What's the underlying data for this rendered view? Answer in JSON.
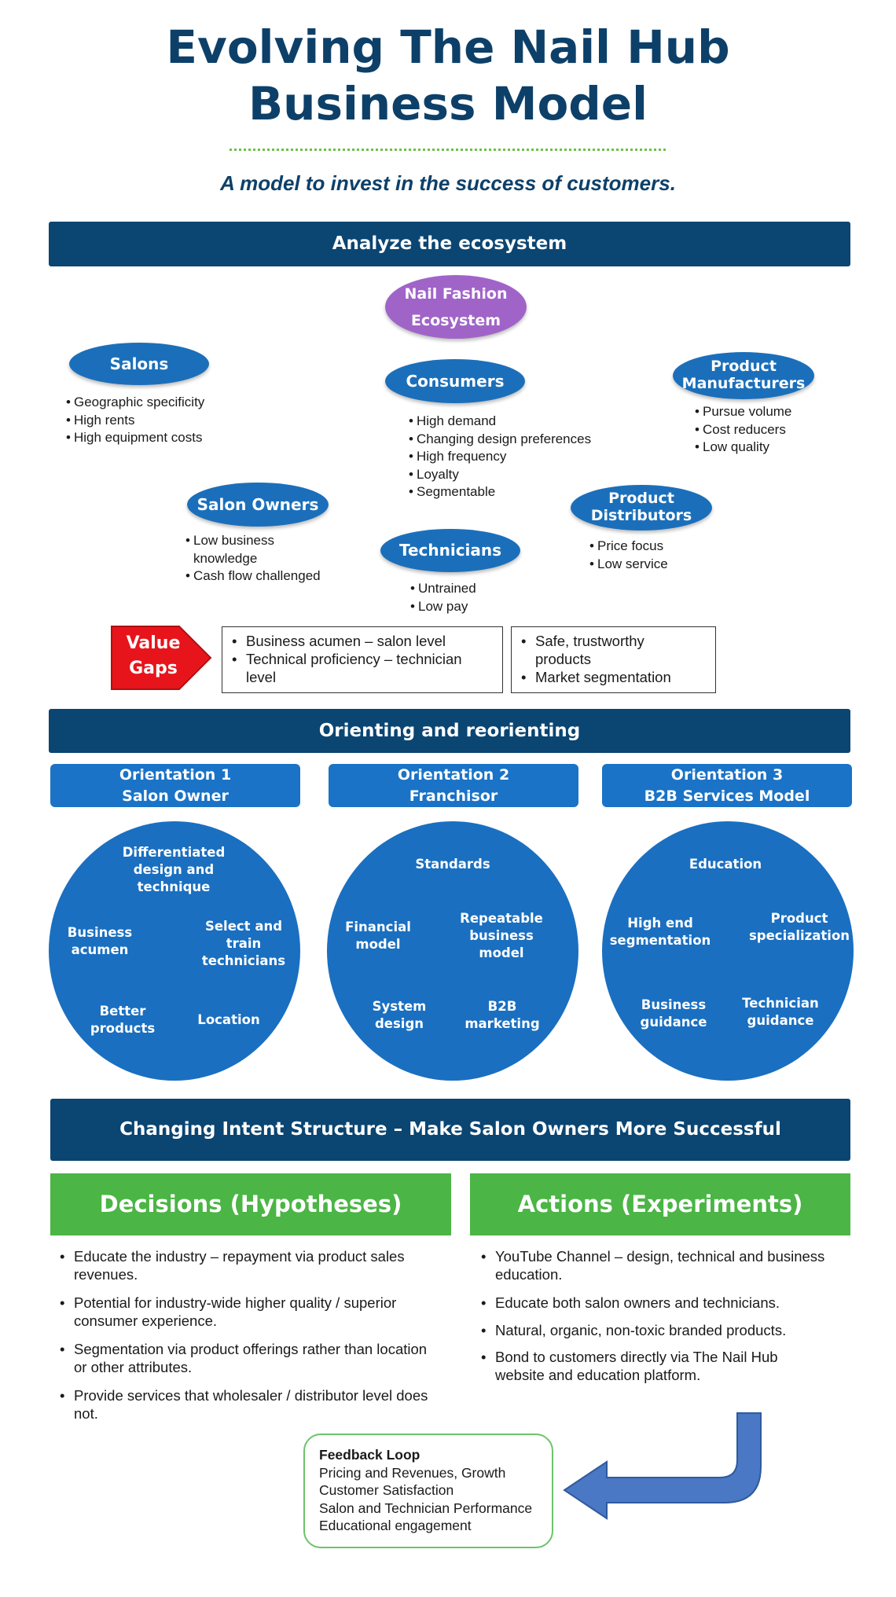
{
  "title": {
    "line1": "Evolving The Nail Hub",
    "line2": "Business Model"
  },
  "subtitle": "A model to invest in the success of customers.",
  "section1": {
    "header": "Analyze the ecosystem",
    "center": "Nail Fashion\nEcosystem",
    "nodes": {
      "salons": {
        "label": "Salons",
        "bullets": [
          "Geographic specificity",
          "High rents",
          "High equipment costs"
        ]
      },
      "consumers": {
        "label": "Consumers",
        "bullets": [
          "High demand",
          "Changing design preferences",
          "High frequency",
          "Loyalty",
          "Segmentable"
        ]
      },
      "manufacturers": {
        "label": "Product\nManufacturers",
        "bullets": [
          "Pursue volume",
          "Cost reducers",
          "Low quality"
        ]
      },
      "salon_owners": {
        "label": "Salon Owners",
        "bullets": [
          "Low business knowledge",
          "Cash flow challenged"
        ]
      },
      "technicians": {
        "label": "Technicians",
        "bullets": [
          "Untrained",
          "Low pay"
        ]
      },
      "distributors": {
        "label": "Product\nDistributors",
        "bullets": [
          "Price focus",
          "Low service"
        ]
      }
    },
    "value_gaps": {
      "label": "Value\nGaps",
      "box1": [
        "Business acumen – salon level",
        "Technical proficiency – technician level"
      ],
      "box2": [
        "Safe, trustworthy products",
        "Market segmentation"
      ]
    }
  },
  "section2": {
    "header": "Orienting and reorienting",
    "orientations": [
      {
        "title": "Orientation 1\nSalon Owner",
        "items": [
          "Differentiated\ndesign and\ntechnique",
          "Business\nacumen",
          "Select and\ntrain\ntechnicians",
          "Better\nproducts",
          "Location"
        ]
      },
      {
        "title": "Orientation 2\nFranchisor",
        "items": [
          "Standards",
          "Financial\nmodel",
          "Repeatable\nbusiness\nmodel",
          "System\ndesign",
          "B2B\nmarketing"
        ]
      },
      {
        "title": "Orientation 3\nB2B Services Model",
        "items": [
          "Education",
          "High end\nsegmentation",
          "Product\nspecialization",
          "Business\nguidance",
          "Technician\nguidance"
        ]
      }
    ]
  },
  "section3": {
    "header": "Changing Intent Structure – Make Salon Owners More Successful",
    "decisions": {
      "title": "Decisions (Hypotheses)",
      "items": [
        "Educate the industry – repayment via product sales revenues.",
        "Potential for industry-wide higher quality / superior consumer experience.",
        "Segmentation via product offerings rather than location or other attributes.",
        "Provide services that wholesaler / distributor level does not."
      ]
    },
    "actions": {
      "title": "Actions (Experiments)",
      "items": [
        "YouTube Channel – design, technical and business education.",
        "Educate both salon owners and technicians.",
        "Natural, organic, non-toxic branded products.",
        "Bond to customers directly via The Nail Hub website and education platform."
      ]
    },
    "feedback": {
      "title": "Feedback Loop",
      "lines": [
        "Pricing and Revenues, Growth",
        "Customer Satisfaction",
        "Salon and Technician Performance",
        "Educational engagement"
      ]
    }
  },
  "colors": {
    "navy": "#0b4572",
    "blue": "#1a6fc0",
    "purple": "#a064c8",
    "green": "#4bb545",
    "red": "#e8141c",
    "arrow": "#4a78c4"
  }
}
